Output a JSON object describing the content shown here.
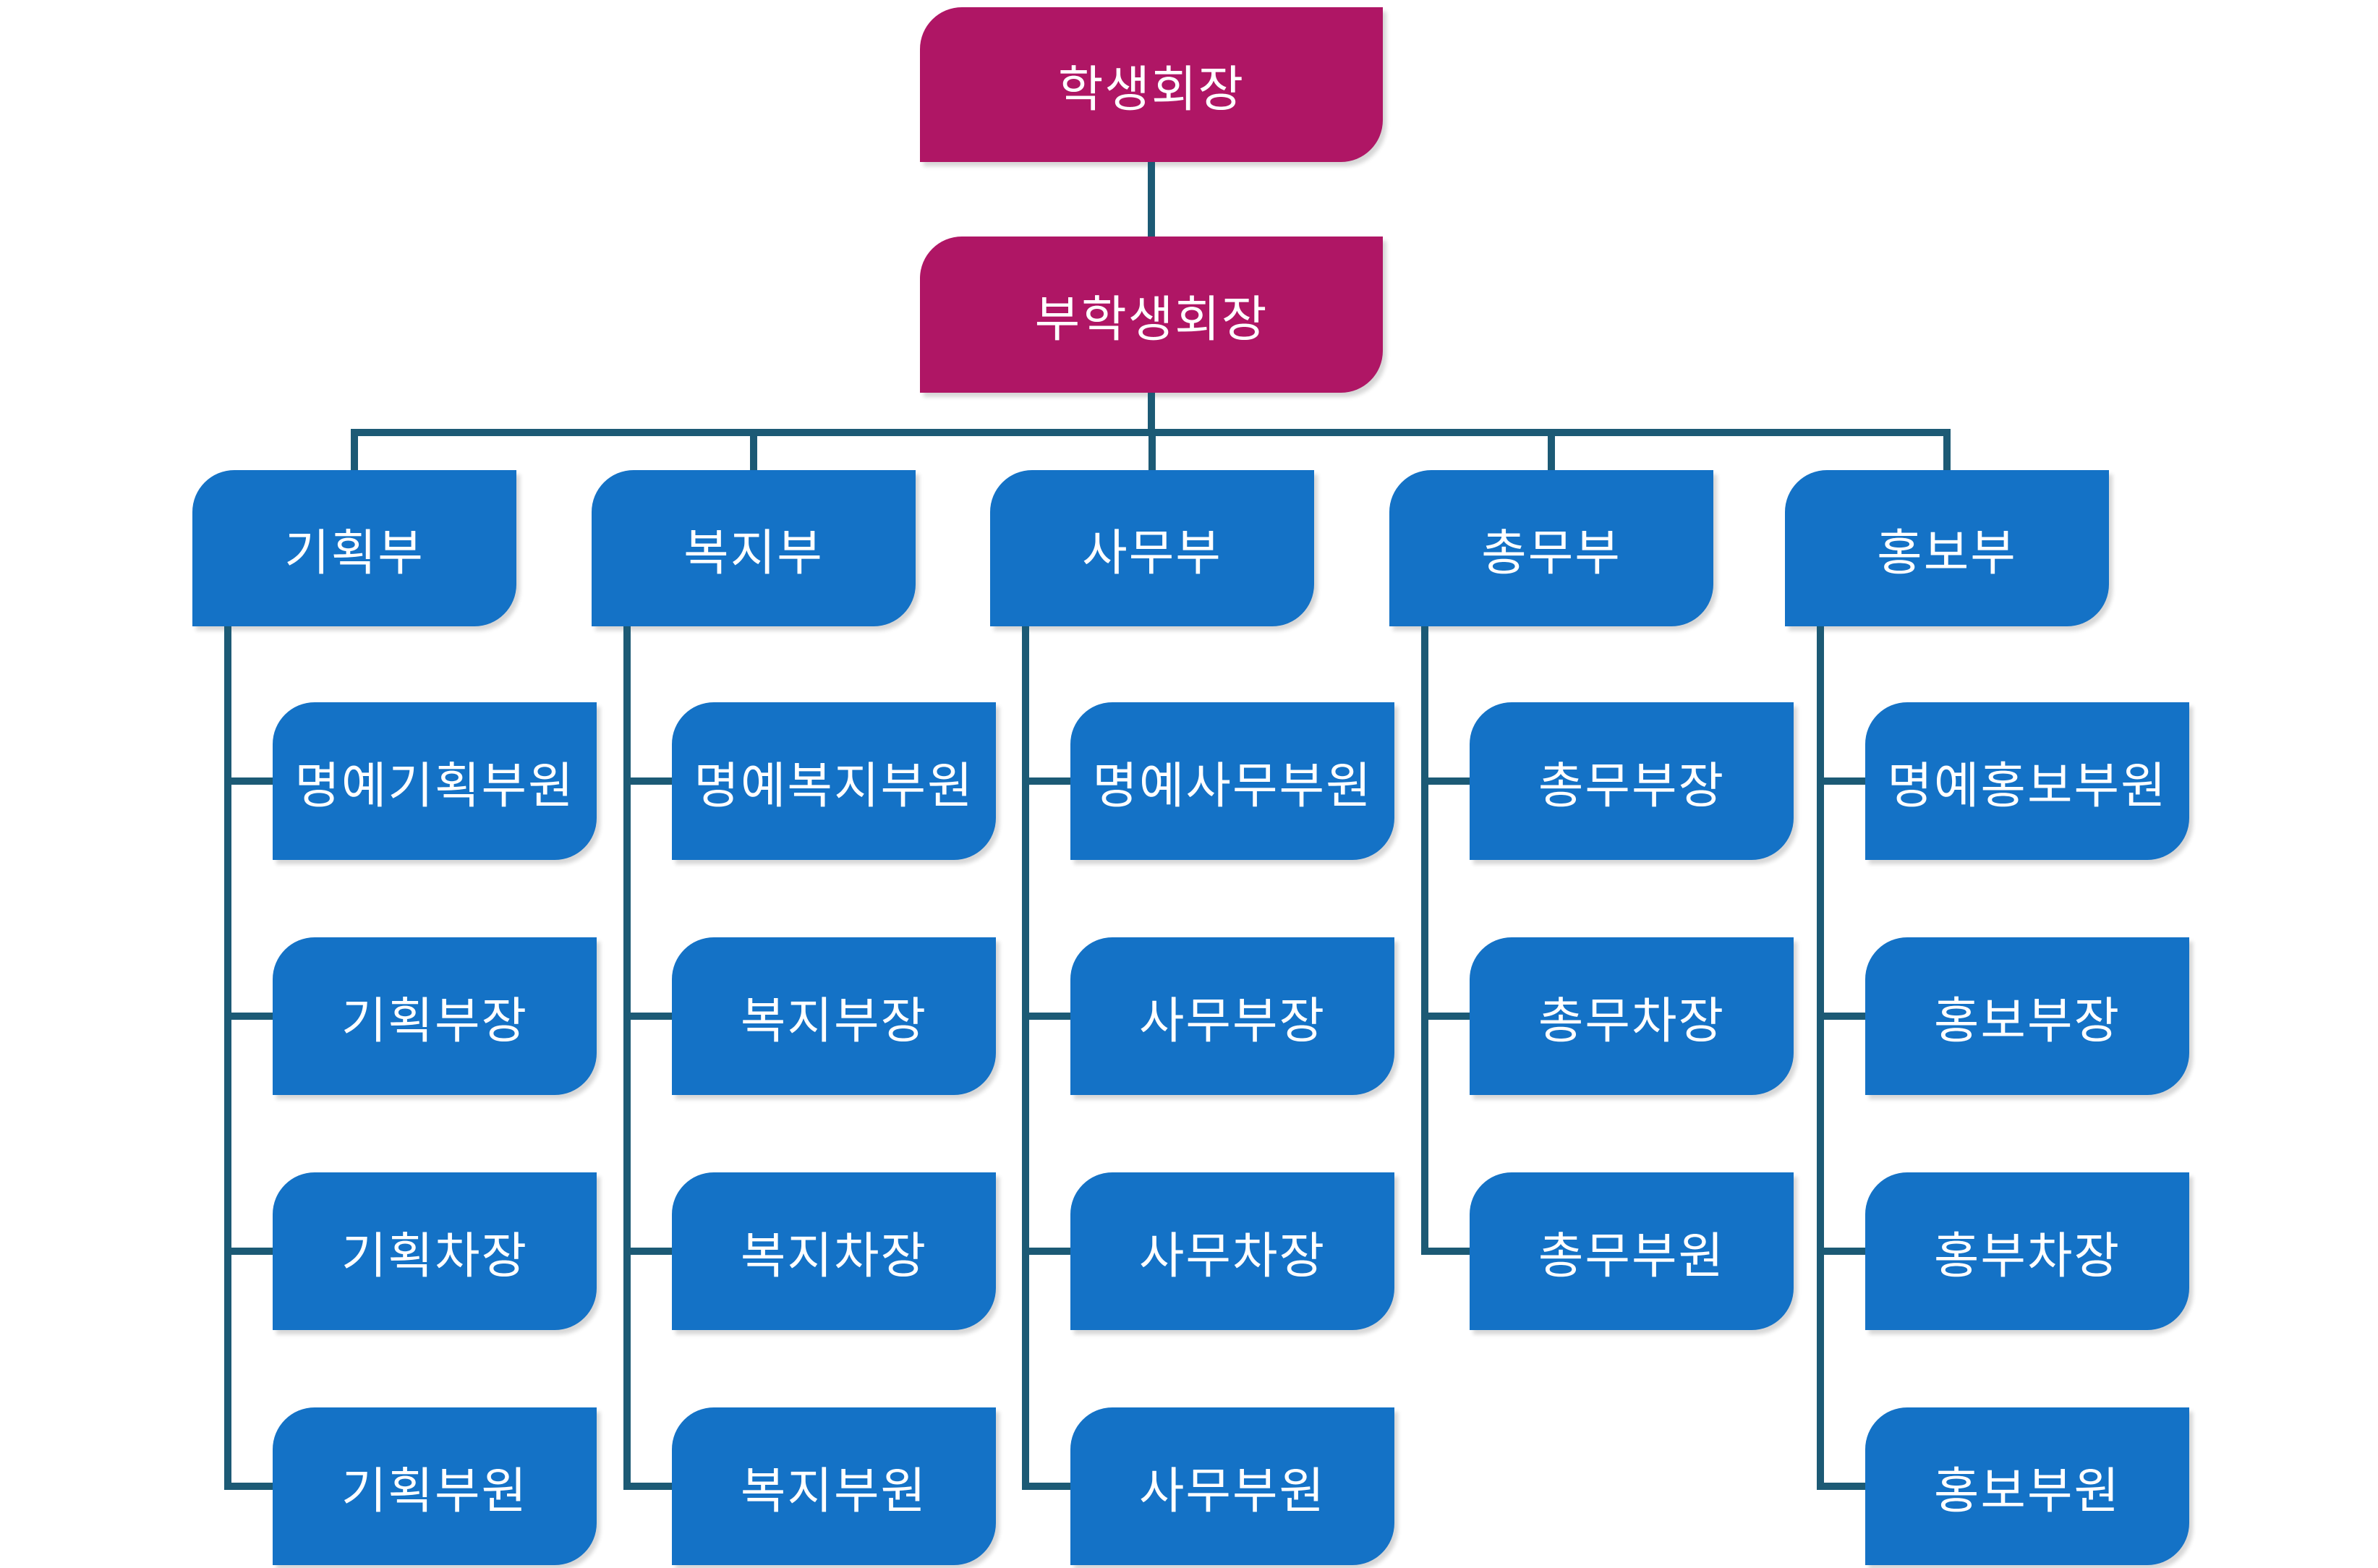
{
  "org": {
    "root": "학생회장",
    "vice": "부학생회장",
    "departments": [
      {
        "label": "기획부",
        "children": [
          "명예기획부원",
          "기획부장",
          "기획차장",
          "기획부원"
        ]
      },
      {
        "label": "복지부",
        "children": [
          "명예복지부원",
          "복지부장",
          "복지차장",
          "복지부원"
        ]
      },
      {
        "label": "사무부",
        "children": [
          "명예사무부원",
          "사무부장",
          "사무차장",
          "사무부원"
        ]
      },
      {
        "label": "총무부",
        "children": [
          "총무부장",
          "총무차장",
          "총무부원"
        ]
      },
      {
        "label": "홍보부",
        "children": [
          "명예홍보부원",
          "홍보부장",
          "홍부차장",
          "홍보부원"
        ]
      }
    ]
  },
  "colors": {
    "magenta": "#AF1665",
    "blue": "#1472C6",
    "teal": "#1C5A75",
    "textcolor": "#FFFFFF"
  }
}
